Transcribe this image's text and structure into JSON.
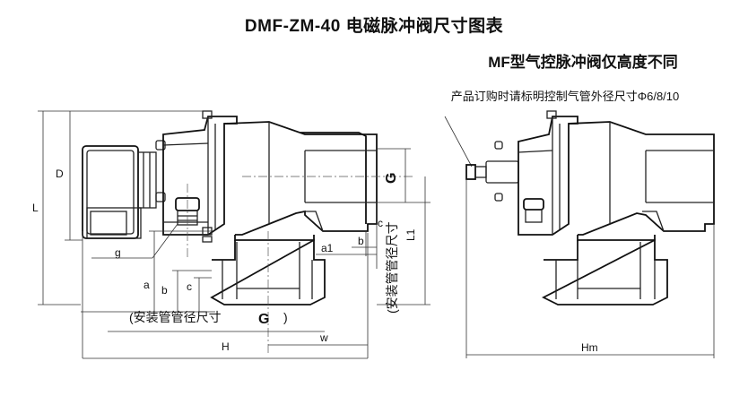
{
  "header": {
    "title": "DMF-ZM-40  电磁脉冲阀尺寸图表",
    "subtitle": "MF型气控脉冲阀仅高度不同",
    "note": "产品订购时请标明控制气管外径尺寸Φ6/8/10"
  },
  "left_view": {
    "dims": {
      "L": "L",
      "D": "D",
      "g": "g",
      "a": "a",
      "b": "b",
      "c": "c",
      "H": "H",
      "w": "w",
      "a1": "a1",
      "b1": "b",
      "c1": "c",
      "L1": "L1",
      "G_inlet": "G",
      "G_outlet": "G",
      "vertical_pipe_label": "(安装管管径尺寸",
      "vertical_pipe_close": ")",
      "horizontal_pipe_label": "(安装管管径尺寸",
      "horizontal_pipe_close": ")"
    }
  },
  "right_view": {
    "dims": {
      "Hm": "Hm"
    }
  }
}
